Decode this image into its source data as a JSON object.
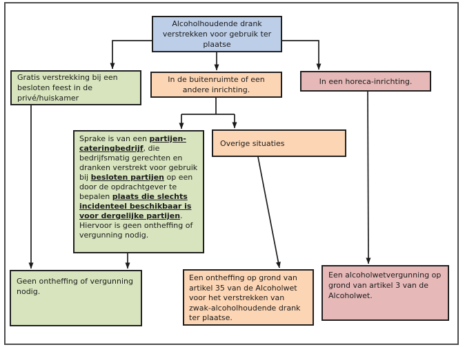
{
  "colors": {
    "box_blue": "#bccee8",
    "box_green": "#d7e4bd",
    "box_orange": "#fcd5b4",
    "box_pink": "#e6b9b8",
    "line": "#1a1a1a",
    "frame": "#4b4b4b"
  },
  "flowchart": {
    "root": "Alcoholhoudende drank verstrekken voor gebruik ter plaatse",
    "gratis": "Gratis verstrekking bij een besloten feest in de privé/huiskamer",
    "buitenruimte": "In de buitenruimte of een andere inrichting.",
    "horeca": "In een horeca-inrichting.",
    "overige": "Overige situaties",
    "catering_segments": [
      {
        "text": "Sprake is van een ",
        "emph": false
      },
      {
        "text": "partijen-cateringbedrijf",
        "emph": true
      },
      {
        "text": ", die bedrijfsmatig gerechten en dranken verstrekt voor gebruik bij ",
        "emph": false
      },
      {
        "text": "besloten partijen",
        "emph": true
      },
      {
        "text": " op een door de opdrachtgever te bepalen ",
        "emph": false
      },
      {
        "text": "plaats die slechts incidenteel beschikbaar is voor dergelijke partijen",
        "emph": true
      },
      {
        "text": ". Hiervoor is geen ontheffing of vergunning nodig.",
        "emph": false
      }
    ],
    "geen_ontheffing": "Geen ontheffing of vergunning nodig.",
    "ontheffing_art35": "Een ontheffing op grond van artikel 35 van de Alcoholwet voor het verstrekken van zwak-alcoholhoudende drank ter plaatse.",
    "vergunning_art3": "Een alcoholwetvergunning op grond van artikel 3 van de Alcoholwet."
  }
}
